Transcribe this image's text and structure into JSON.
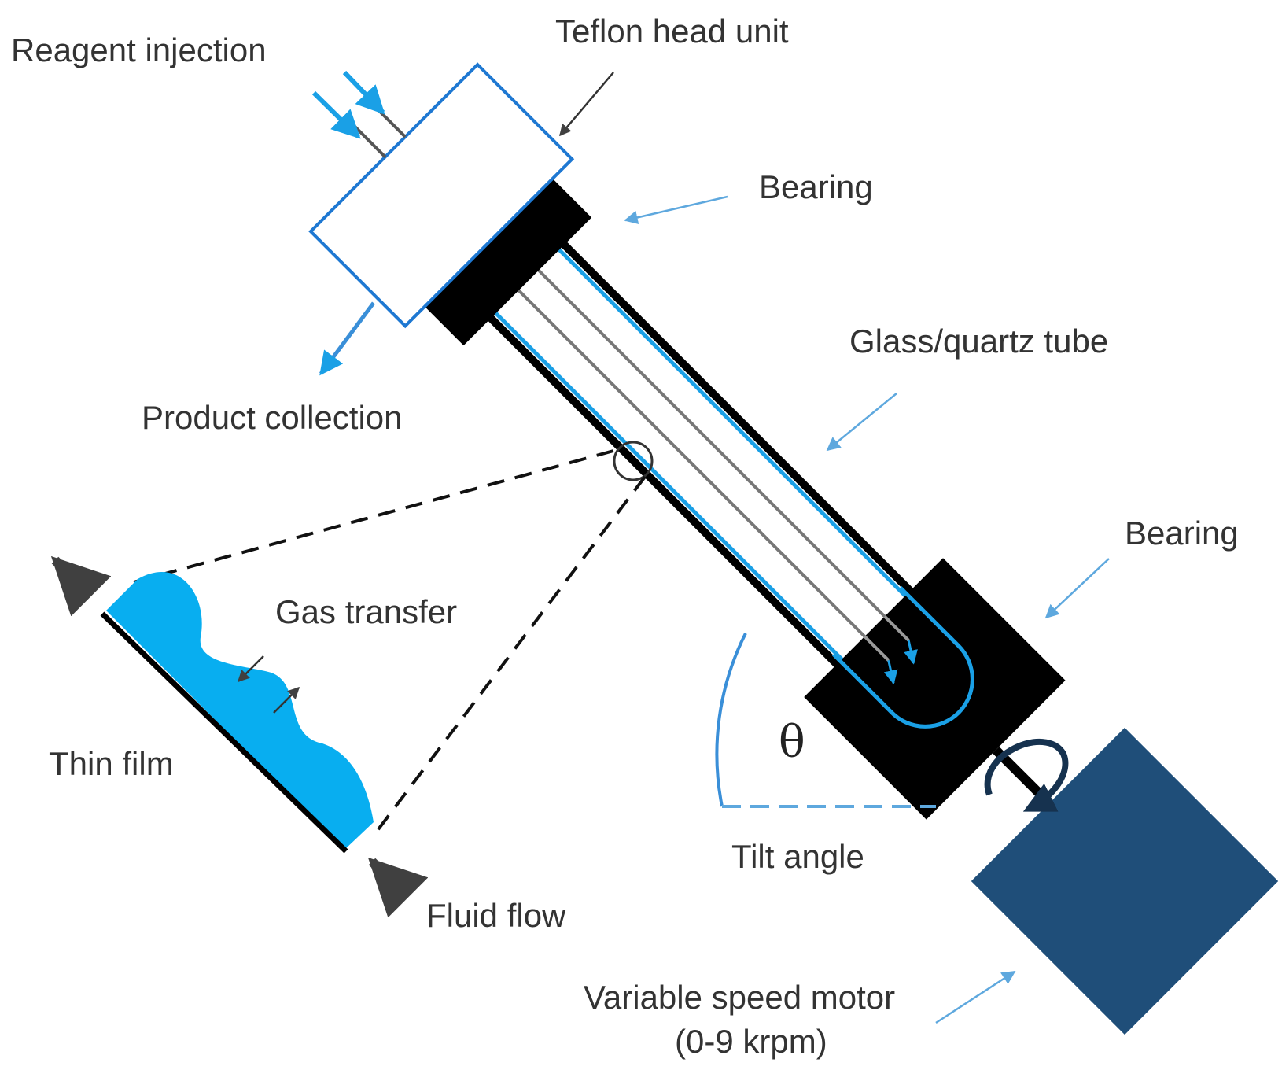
{
  "labels": {
    "reagent_injection": "Reagent injection",
    "teflon_head_unit": "Teflon head unit",
    "bearing_top": "Bearing",
    "product_collection": "Product collection",
    "glass_quartz_tube": "Glass/quartz tube",
    "bearing_bottom": "Bearing",
    "gas_transfer": "Gas transfer",
    "thin_film": "Thin film",
    "theta": "θ",
    "tilt_angle": "Tilt angle",
    "fluid_flow": "Fluid flow",
    "motor_line1": "Variable speed motor",
    "motor_line2": "(0-9 krpm)"
  },
  "colors": {
    "accent_blue": "#1aa0e6",
    "film_blue": "#08aef0",
    "motor_blue": "#1f4e79",
    "black": "#000000",
    "arrow_gray": "#404040",
    "label_text": "#333333"
  }
}
